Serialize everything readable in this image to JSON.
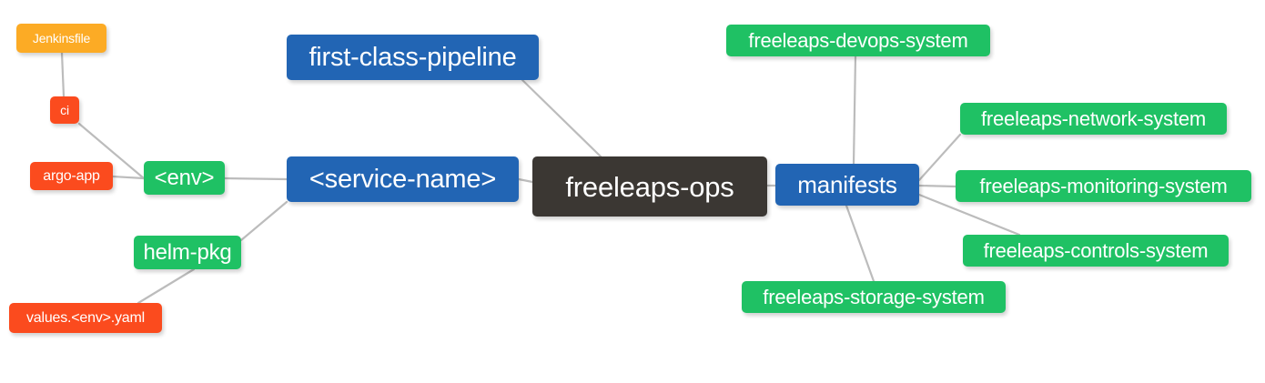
{
  "diagram": {
    "type": "mind-map",
    "title": "freeleaps-ops",
    "background_color": "#ffffff",
    "edge_color": "#bcbcbc",
    "palette": {
      "root": "#3b3733",
      "blue": "#2265b4",
      "green": "#1fc164",
      "orange": "#fcab25",
      "red": "#fb4b1e"
    }
  },
  "nodes": {
    "root": {
      "label": "freeleaps-ops",
      "color": "#3b3733"
    },
    "first_class_pipeline": {
      "label": "first-class-pipeline",
      "color": "#2265b4"
    },
    "service_name": {
      "label": "<service-name>",
      "color": "#2265b4"
    },
    "manifests": {
      "label": "manifests",
      "color": "#2265b4"
    },
    "env": {
      "label": "<env>",
      "color": "#1fc164"
    },
    "helm_pkg": {
      "label": "helm-pkg",
      "color": "#1fc164"
    },
    "jenkinsfile": {
      "label": "Jenkinsfile",
      "color": "#fcab25"
    },
    "ci": {
      "label": "ci",
      "color": "#fb4b1e"
    },
    "argo_app": {
      "label": "argo-app",
      "color": "#fb4b1e"
    },
    "values_yaml": {
      "label": "values.<env>.yaml",
      "color": "#fb4b1e"
    },
    "devops_system": {
      "label": "freeleaps-devops-system",
      "color": "#1fc164"
    },
    "network_system": {
      "label": "freeleaps-network-system",
      "color": "#1fc164"
    },
    "monitoring_system": {
      "label": "freeleaps-monitoring-system",
      "color": "#1fc164"
    },
    "controls_system": {
      "label": "freeleaps-controls-system",
      "color": "#1fc164"
    },
    "storage_system": {
      "label": "freeleaps-storage-system",
      "color": "#1fc164"
    }
  },
  "edges": [
    {
      "from": "root",
      "to": "first_class_pipeline"
    },
    {
      "from": "root",
      "to": "service_name"
    },
    {
      "from": "root",
      "to": "manifests"
    },
    {
      "from": "service_name",
      "to": "env"
    },
    {
      "from": "service_name",
      "to": "helm_pkg"
    },
    {
      "from": "env",
      "to": "ci"
    },
    {
      "from": "env",
      "to": "argo_app"
    },
    {
      "from": "ci",
      "to": "jenkinsfile"
    },
    {
      "from": "helm_pkg",
      "to": "values_yaml"
    },
    {
      "from": "manifests",
      "to": "devops_system"
    },
    {
      "from": "manifests",
      "to": "network_system"
    },
    {
      "from": "manifests",
      "to": "monitoring_system"
    },
    {
      "from": "manifests",
      "to": "controls_system"
    },
    {
      "from": "manifests",
      "to": "storage_system"
    }
  ]
}
